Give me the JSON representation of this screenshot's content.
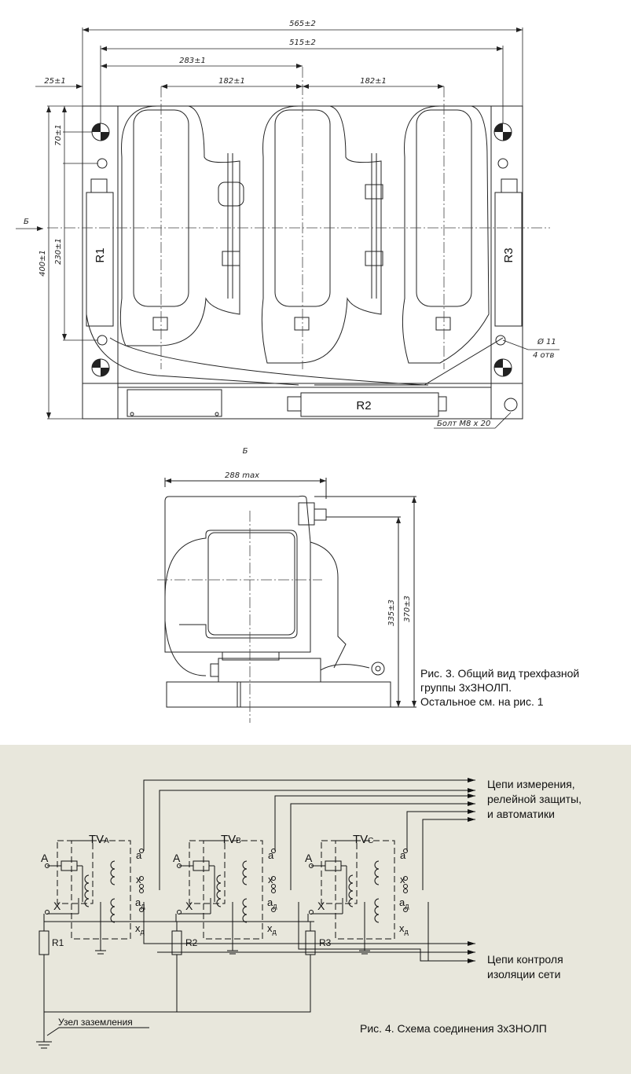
{
  "top_view": {
    "dims": {
      "overall": "565±2",
      "holes": "515±2",
      "center": "283±1",
      "pitch_left": "182±1",
      "pitch_right": "182±1",
      "edge": "25±1",
      "hole_top": "70±1",
      "height_inner": "230±1",
      "height_total": "400±1"
    },
    "resistors": {
      "r1": "R1",
      "r2": "R2",
      "r3": "R3"
    },
    "hole_dia": "Ø 11",
    "hole_count": "4 отв",
    "bolt": "Болт М8 х 20",
    "section_mark": "Б"
  },
  "side_view": {
    "title": "Б",
    "dims": {
      "width": "288 max",
      "h1": "335±3",
      "h2": "370±3"
    },
    "caption": [
      "Рис. 3. Общий вид трехфазной",
      "группы 3хЗНОЛП.",
      "Остальное см. на рис. 1"
    ]
  },
  "schema": {
    "outputs": {
      "measure": [
        "Цепи измерения,",
        "релейной защиты,",
        "и автоматики"
      ],
      "insulation": [
        "Цепи контроля",
        "изоляции сети"
      ]
    },
    "transformers": [
      {
        "name": "TV",
        "sub": "A"
      },
      {
        "name": "TV",
        "sub": "B"
      },
      {
        "name": "TV",
        "sub": "C"
      }
    ],
    "terminals": {
      "A": "A",
      "X": "X",
      "a": "a",
      "x": "x",
      "ad": "a",
      "xd": "x",
      "d": "д"
    },
    "resistors": [
      "R1",
      "R2",
      "R3"
    ],
    "ground_node": "Узел заземления",
    "caption": "Рис. 4. Схема соединения 3хЗНОЛП",
    "colors": {
      "background": "#e8e7dc",
      "line": "#111111"
    }
  }
}
